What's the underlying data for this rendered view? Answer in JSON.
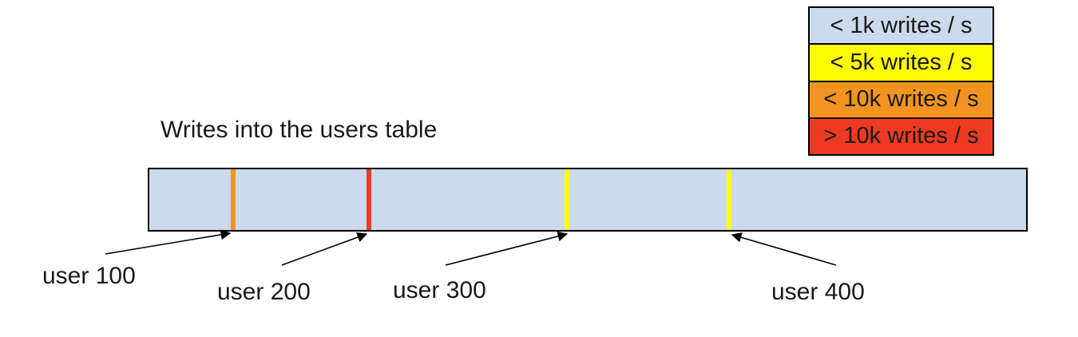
{
  "title": "Writes into the users table",
  "legend": {
    "items": [
      {
        "label": "< 1k writes / s",
        "color": "#cdd9ec"
      },
      {
        "label": "< 5k writes / s",
        "color": "#fcfc02"
      },
      {
        "label": "< 10k writes / s",
        "color": "#f2941f"
      },
      {
        "label": "> 10k writes / s",
        "color": "#ee3a23"
      }
    ]
  },
  "table_bar": {
    "fill_color": "#cdd9ec",
    "outline_color": "#000000",
    "markers": [
      {
        "user": "user 100",
        "color": "#f2941f",
        "rate_category": "< 10k writes / s"
      },
      {
        "user": "user 200",
        "color": "#ee3a23",
        "rate_category": "> 10k writes / s"
      },
      {
        "user": "user 300",
        "color": "#fcfc02",
        "rate_category": "< 5k writes / s"
      },
      {
        "user": "user 400",
        "color": "#fcfc02",
        "rate_category": "< 5k writes / s"
      }
    ]
  }
}
